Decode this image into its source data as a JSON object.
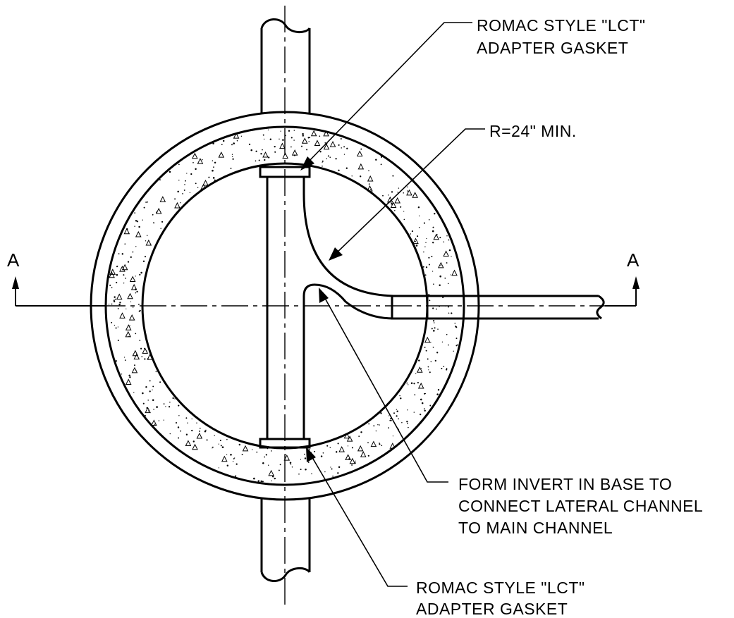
{
  "section_marker": {
    "left": "A",
    "right": "A"
  },
  "callouts": {
    "gasket_top": {
      "line1": "ROMAC STYLE \"LCT\"",
      "line2": "ADAPTER GASKET"
    },
    "radius": {
      "line1": "R=24\" MIN."
    },
    "invert": {
      "line1": "FORM INVERT IN BASE TO",
      "line2": "CONNECT LATERAL CHANNEL",
      "line3": "TO MAIN CHANNEL"
    },
    "gasket_bottom": {
      "line1": "ROMAC STYLE \"LCT\"",
      "line2": "ADAPTER GASKET"
    }
  }
}
